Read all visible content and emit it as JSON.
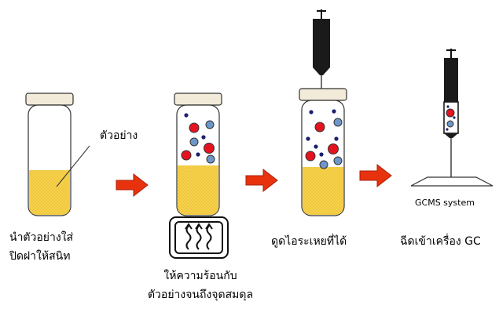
{
  "labels": {
    "sample": "ตัวอย่าง",
    "step1_line1": "นำตัวอย่างใส่",
    "step1_line2": "ปิดฝาให้สนิท",
    "step2_line1": "ให้ความร้อนกับ",
    "step2_line2": "ตัวอย่างจนถึงจุดสมดุล",
    "step3": "ดูดไอระเหยที่ได้",
    "step4": "ฉีดเข้าเครื่อง GC",
    "gcms": "GCMS system"
  },
  "colors": {
    "sample_liquid": "#f7d24a",
    "cap": "#f2ebd9",
    "arrow": "#e8320e",
    "molecule_red": "#e5121f",
    "molecule_blue": "#6e96c8",
    "molecule_navy": "#1b1f6e",
    "syringe": "#1a1a1a"
  }
}
